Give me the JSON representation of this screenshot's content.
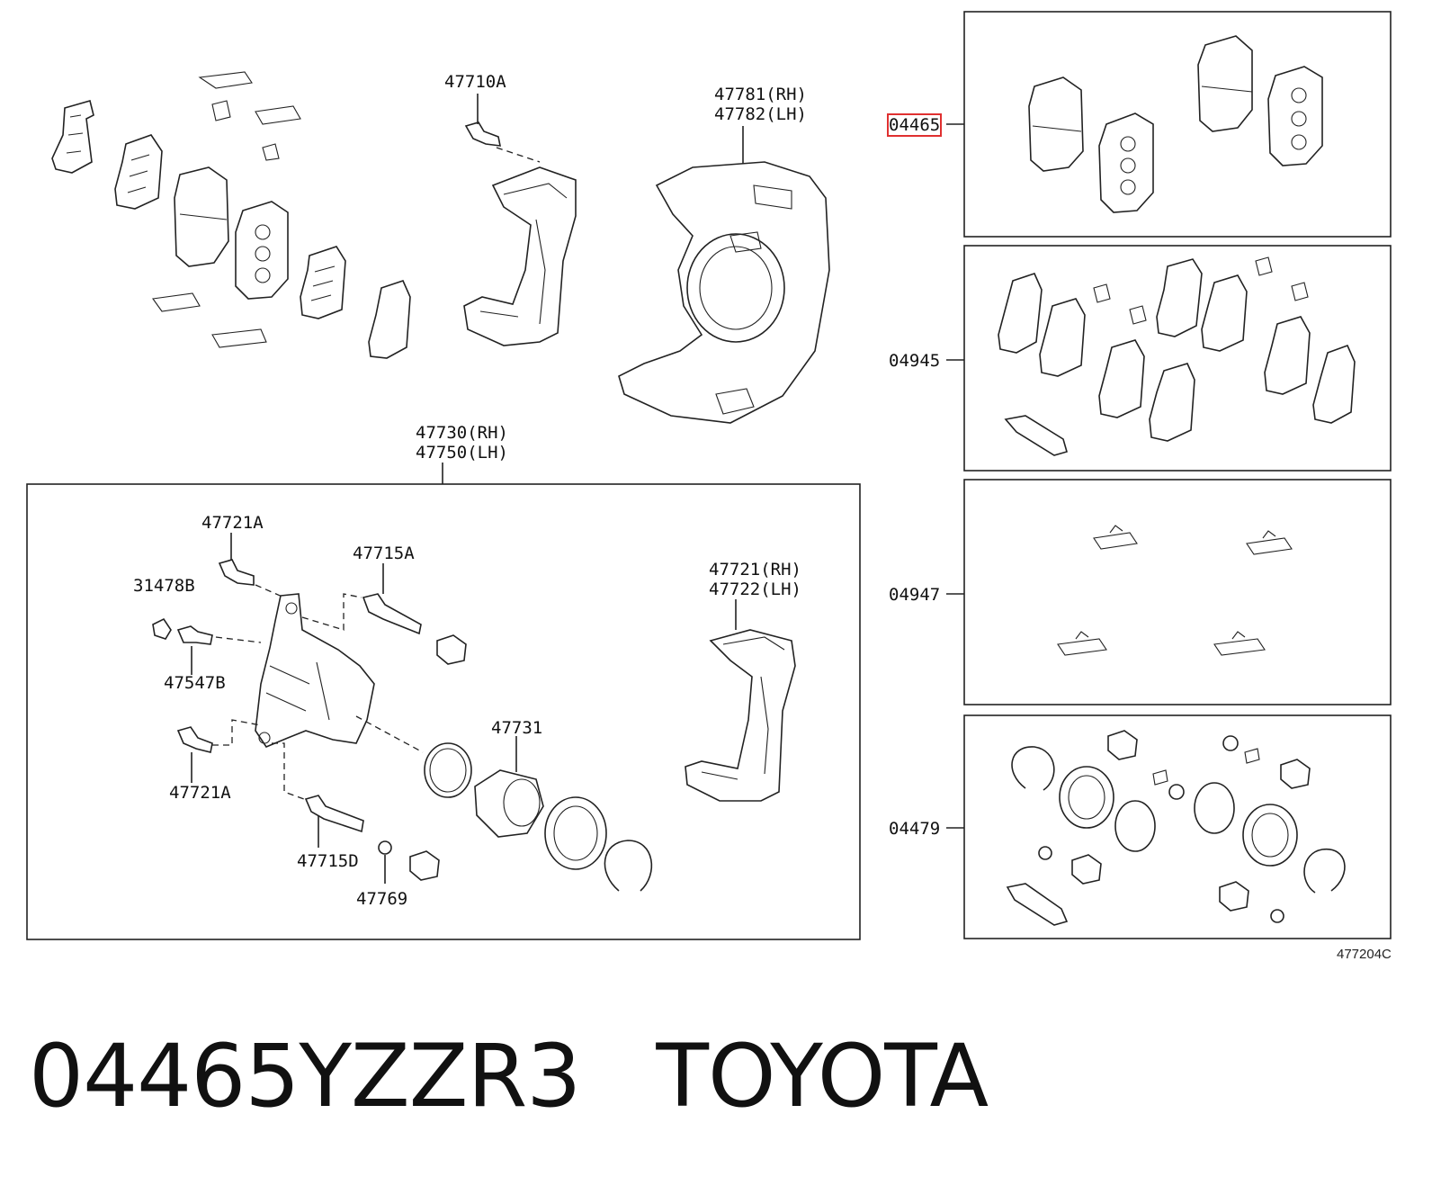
{
  "diagram": {
    "top_labels": {
      "l47710a": "47710A",
      "l47781": [
        "47781(RH)",
        "47782(LH)"
      ],
      "l47730": [
        "47730(RH)",
        "47750(LH)"
      ]
    },
    "caliper_labels": {
      "l47721a_top": "47721A",
      "l31478b": "31478B",
      "l47547b": "47547B",
      "l47721a_bot": "47721A",
      "l47715a": "47715A",
      "l47731": "47731",
      "l47715d": "47715D",
      "l47769": "47769",
      "l47721": [
        "47721(RH)",
        "47722(LH)"
      ]
    },
    "kit_labels": {
      "k04465": "04465",
      "k04945": "04945",
      "k04947": "04947",
      "k04479": "04479"
    },
    "highlighted_label": "04465",
    "figure_code": "477204C"
  },
  "caption": {
    "part_number": "04465YZZR3",
    "brand": "TOYOTA"
  }
}
